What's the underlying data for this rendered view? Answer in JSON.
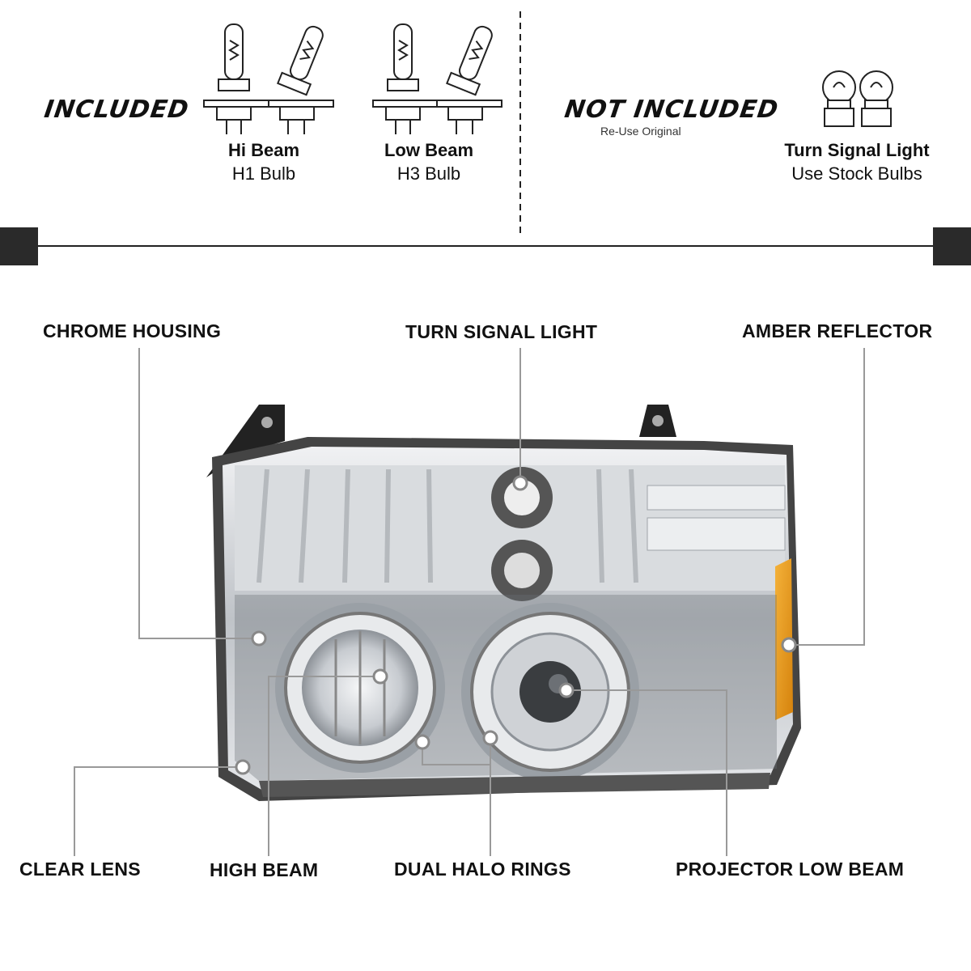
{
  "bulb_info": {
    "included_label": "INCLUDED",
    "not_included_label": "NOT INCLUDED",
    "not_included_note": "Re-Use Original",
    "hi_beam": {
      "title": "Hi Beam",
      "bulb": "H1 Bulb"
    },
    "low_beam": {
      "title": "Low Beam",
      "bulb": "H3 Bulb"
    },
    "turn_signal": {
      "title": "Turn Signal Light",
      "bulb": "Use Stock Bulbs"
    }
  },
  "callouts": {
    "chrome_housing": "CHROME HOUSING",
    "turn_signal_light": "TURN SIGNAL LIGHT",
    "amber_reflector": "AMBER REFLECTOR",
    "clear_lens": "CLEAR LENS",
    "high_beam": "HIGH BEAM",
    "dual_halo_rings": "DUAL HALO RINGS",
    "projector_low_beam": "PROJECTOR LOW BEAM"
  },
  "colors": {
    "dark": "#2a2a2a",
    "chrome": "#c9ccd0",
    "amber": "#e89a1c",
    "leader": "#999999"
  }
}
